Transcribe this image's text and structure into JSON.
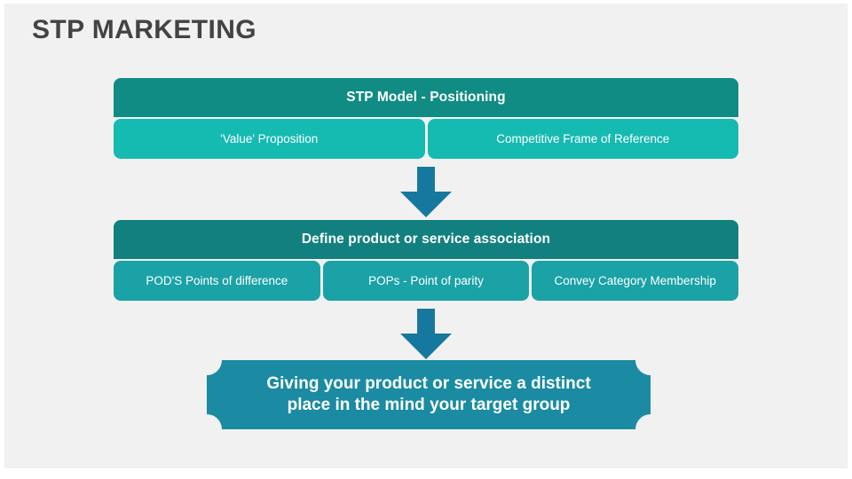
{
  "page": {
    "title": "STP MARKETING",
    "background_color": "#f1f1f1",
    "title_color": "#434343"
  },
  "colors": {
    "header_1": "#108c84",
    "header_2": "#12807f",
    "child_row_1": "#15bab1",
    "child_row_2": "#1aa2a6",
    "arrow": "#17789f",
    "conclusion": "#1a8ba3"
  },
  "groups": [
    {
      "header": "STP Model - Positioning",
      "children": [
        {
          "label": "'Value' Proposition"
        },
        {
          "label": "Competitive Frame of Reference"
        }
      ]
    },
    {
      "header": "Define product or service association",
      "children": [
        {
          "label": "POD'S Points of difference"
        },
        {
          "label": "POPs - Point of parity"
        },
        {
          "label": "Convey Category Membership"
        }
      ]
    }
  ],
  "arrows": [
    {
      "name": "arrow-down-1",
      "direction": "down"
    },
    {
      "name": "arrow-down-2",
      "direction": "down"
    }
  ],
  "conclusion": {
    "text": "Giving your product or service a distinct\nplace in the mind your target group"
  }
}
